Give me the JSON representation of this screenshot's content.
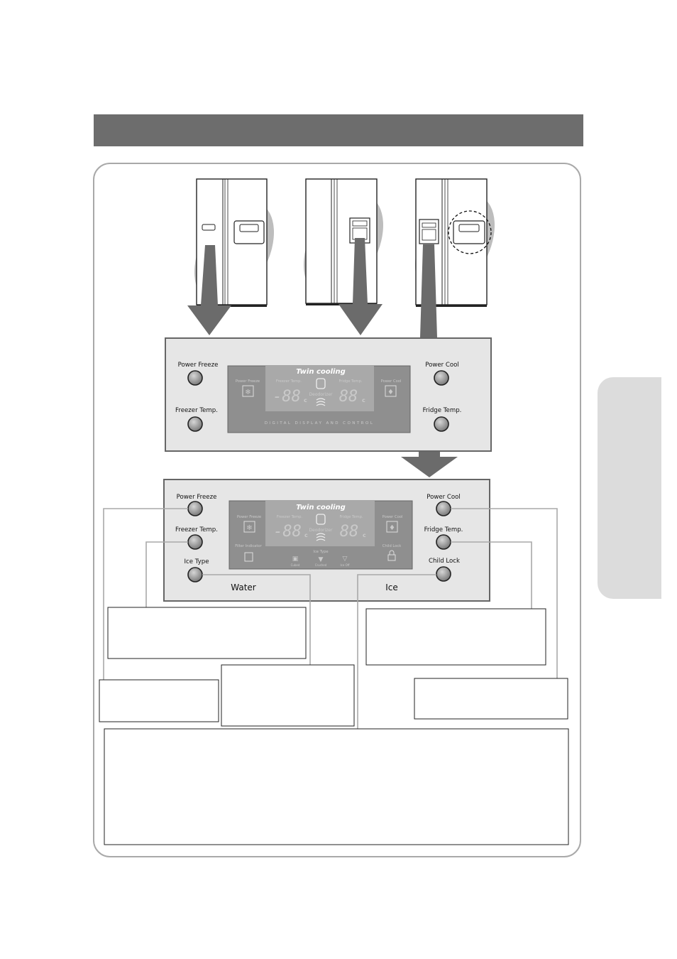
{
  "panel_upper": {
    "power_freeze": "Power Freeze",
    "freezer_temp": "Freezer Temp.",
    "power_cool": "Power Cool",
    "fridge_temp": "Fridge Temp.",
    "display": {
      "brand": "Twin cooling",
      "power_freeze": "Power Freeze",
      "freezer_temp": "Freezer Temp.",
      "deodorizer": "Deodorizer",
      "fridge_temp": "Fridge Temp.",
      "power_cool": "Power Cool",
      "freezer_digits": "-88",
      "fridge_digits": "88",
      "unit": "c",
      "footer": "DIGITAL DISPLAY AND CONTROL"
    }
  },
  "panel_lower": {
    "power_freeze": "Power Freeze",
    "freezer_temp": "Freezer Temp.",
    "ice_type": "Ice Type",
    "power_cool": "Power Cool",
    "fridge_temp": "Fridge Temp.",
    "child_lock": "Child Lock",
    "water": "Water",
    "ice": "Ice",
    "display": {
      "brand": "Twin cooling",
      "power_freeze": "Power Freeze",
      "freezer_temp": "Freezer Temp.",
      "deodorizer": "Deodorizer",
      "fridge_temp": "Fridge Temp.",
      "power_cool": "Power Cool",
      "filter_indicator": "Filter Indicator",
      "ice_type": "Ice Type",
      "cubed": "Cubed",
      "crushed": "Crushed",
      "ice_off": "Ice Off",
      "child_lock": "Child Lock",
      "freezer_digits": "-88",
      "fridge_digits": "88",
      "unit": "c"
    }
  },
  "colors": {
    "header_bar": "#6d6d6d",
    "side_tab": "#dcdcdc",
    "panel_bg": "#e6e6e6",
    "display_bg": "#8f8f8f",
    "leader_lines": "#a9a9a9",
    "arrows": "#6b6b6b"
  }
}
